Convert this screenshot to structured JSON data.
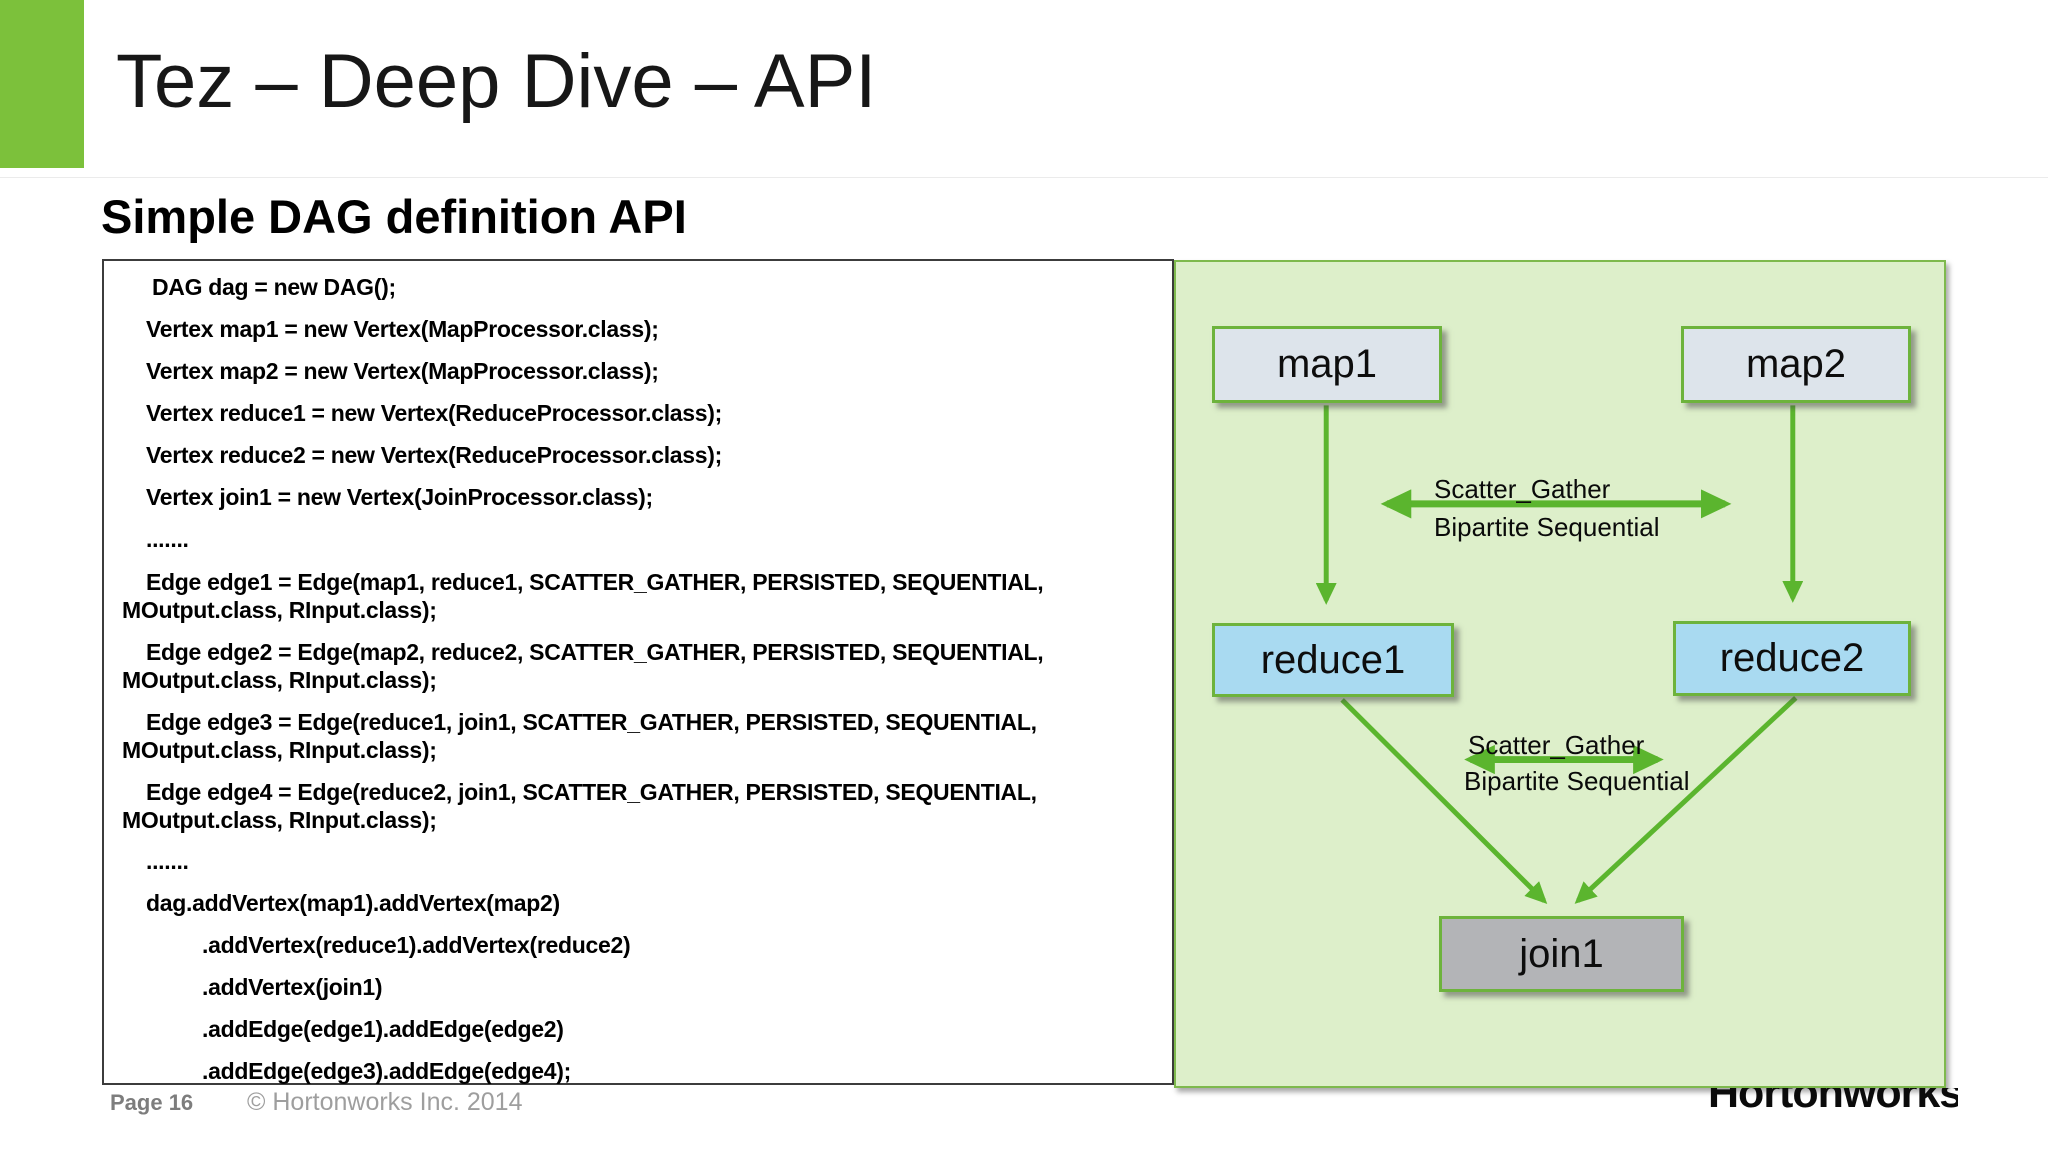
{
  "slide": {
    "title": "Tez – Deep Dive – API",
    "section_heading": "Simple DAG definition API",
    "page_label": "Page 16",
    "copyright": "© Hortonworks Inc. 2014",
    "brand_logo": "Hortonworks"
  },
  "colors": {
    "accent_green": "#7cc13b",
    "panel_background": "#ddefca",
    "panel_border": "#7eb94d",
    "arrow_green": "#5bb52e",
    "map_node_fill": "#dde4eb",
    "reduce_node_fill": "#a9daf1",
    "join_node_fill": "#b3b4b7",
    "footer_gray": "#9e9e9e"
  },
  "code": {
    "lines": [
      "DAG dag = new DAG();",
      "Vertex map1 = new Vertex(MapProcessor.class);",
      "Vertex map2 = new Vertex(MapProcessor.class);",
      "Vertex reduce1 = new Vertex(ReduceProcessor.class);",
      "Vertex reduce2 = new Vertex(ReduceProcessor.class);",
      "Vertex join1 = new Vertex(JoinProcessor.class);",
      ".......",
      "Edge edge1 = Edge(map1, reduce1, SCATTER_GATHER, PERSISTED, SEQUENTIAL, MOutput.class, RInput.class);",
      "Edge edge2 = Edge(map2, reduce2, SCATTER_GATHER, PERSISTED, SEQUENTIAL, MOutput.class, RInput.class);",
      "Edge edge3 = Edge(reduce1, join1, SCATTER_GATHER, PERSISTED, SEQUENTIAL, MOutput.class, RInput.class);",
      "Edge edge4 = Edge(reduce2, join1, SCATTER_GATHER, PERSISTED, SEQUENTIAL, MOutput.class, RInput.class);",
      ".......",
      "dag.addVertex(map1).addVertex(map2)",
      ".addVertex(reduce1).addVertex(reduce2)",
      ".addVertex(join1)",
      ".addEdge(edge1).addEdge(edge2)",
      ".addEdge(edge3).addEdge(edge4);"
    ]
  },
  "diagram": {
    "type": "dag",
    "nodes": [
      {
        "id": "map1",
        "label": "map1",
        "kind": "map"
      },
      {
        "id": "map2",
        "label": "map2",
        "kind": "map"
      },
      {
        "id": "reduce1",
        "label": "reduce1",
        "kind": "reduce"
      },
      {
        "id": "reduce2",
        "label": "reduce2",
        "kind": "reduce"
      },
      {
        "id": "join1",
        "label": "join1",
        "kind": "join"
      }
    ],
    "edges": [
      {
        "from": "map1",
        "to": "reduce1"
      },
      {
        "from": "map2",
        "to": "reduce2"
      },
      {
        "from": "reduce1",
        "to": "join1"
      },
      {
        "from": "reduce2",
        "to": "join1"
      }
    ],
    "edge_annotations": [
      {
        "line1": "Scatter_Gather",
        "line2": "Bipartite Sequential"
      },
      {
        "line1": "Scatter_Gather",
        "line2": "Bipartite Sequential"
      }
    ]
  }
}
